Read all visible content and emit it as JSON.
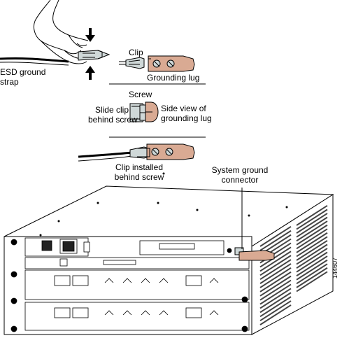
{
  "labels": {
    "esd_line1": "ESD ground",
    "esd_line2": "strap",
    "clip": "Clip",
    "grounding_lug": "Grounding lug",
    "screw": "Screw",
    "slide_clip_line1": "Slide clip",
    "slide_clip_line2": "behind screw",
    "side_view_line1": "Side view of",
    "side_view_line2": "grounding lug",
    "clip_installed_line1": "Clip installed",
    "clip_installed_line2": "behind screw",
    "system_ground_line1": "System ground",
    "system_ground_line2": "connector",
    "figure_id": "144607"
  },
  "colors": {
    "lug_fill": "#d9aa93",
    "clip_fill": "#cfd8d8",
    "chassis_top": "#ffffff",
    "chassis_vent": "#444444",
    "line": "#000000"
  }
}
